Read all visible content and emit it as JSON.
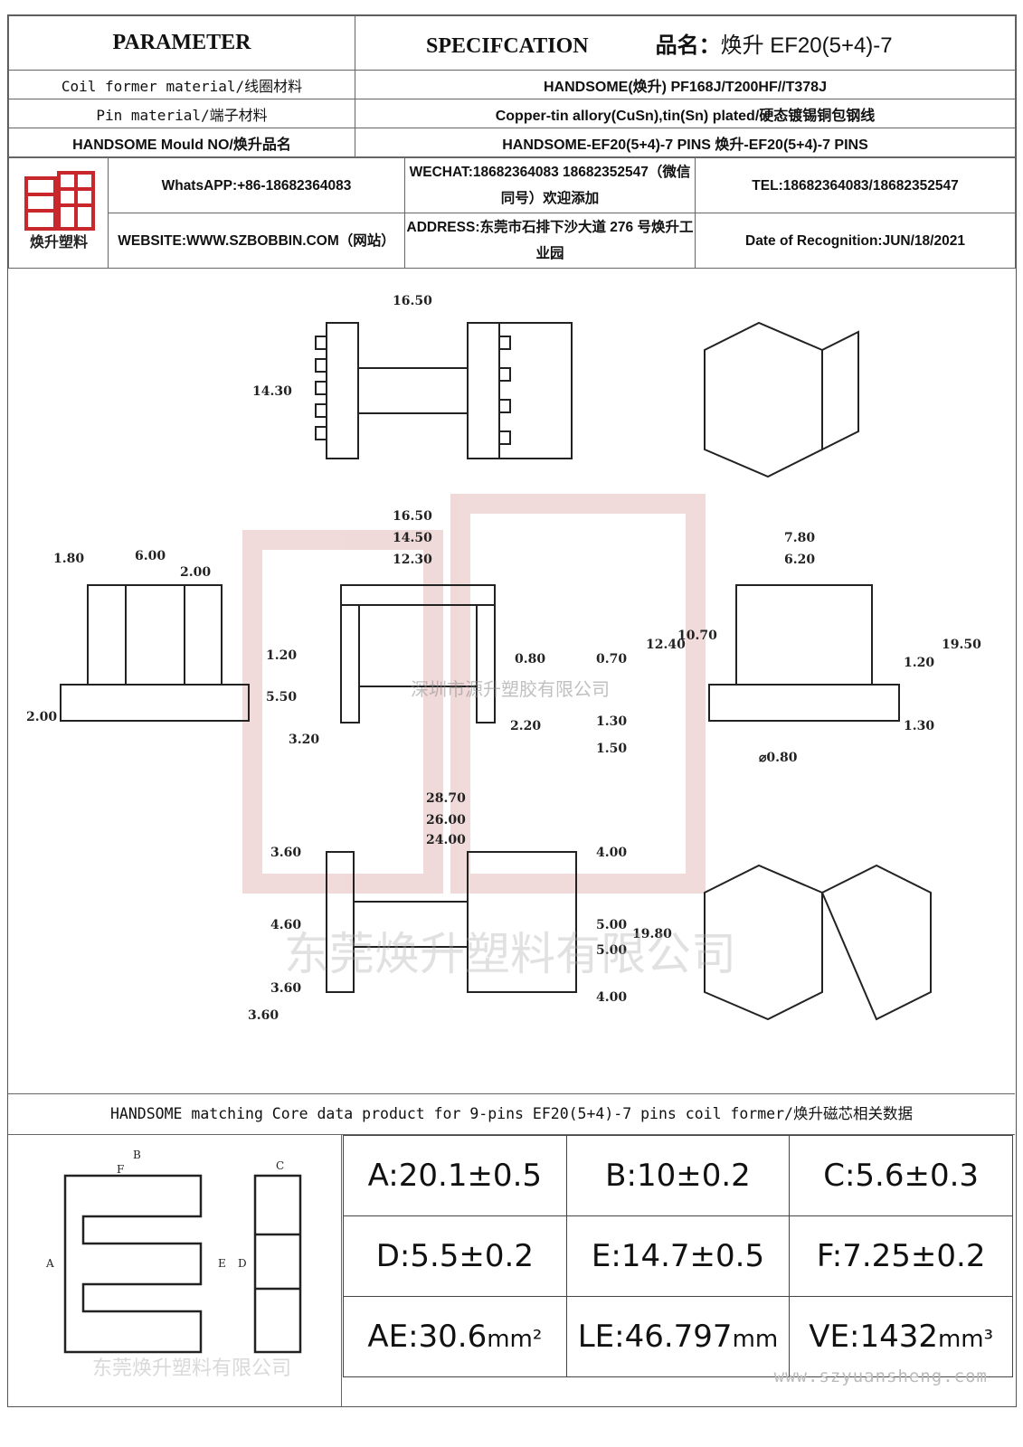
{
  "header": {
    "parameter": "PARAMETER",
    "specification": "SPECIFCATION",
    "product_name_label": "品名：",
    "product_name": "焕升 EF20(5+4)-7"
  },
  "rows": [
    {
      "label": "Coil former material/线圈材料",
      "value": "HANDSOME(焕升)  PF168J/T200HF//T378J"
    },
    {
      "label": "Pin material/端子材料",
      "value": "Copper-tin allory(CuSn),tin(Sn) plated/硬态镀锡铜包钢线"
    },
    {
      "label": "HANDSOME Mould NO/焕升品名",
      "value": "HANDSOME-EF20(5+4)-7 PINS   焕升-EF20(5+4)-7 PINS"
    }
  ],
  "logo": {
    "caption": "焕升塑料"
  },
  "contact": {
    "whatsapp": "WhatsAPP:+86-18682364083",
    "wechat": "WECHAT:18682364083 18682352547（微信同号）欢迎添加",
    "tel": "TEL:18682364083/18682352547",
    "website": "WEBSITE:WWW.SZBOBBIN.COM（网站）",
    "address": "ADDRESS:东莞市石排下沙大道 276 号焕升工业园",
    "date": "Date of Recognition:JUN/18/2021"
  },
  "drawing": {
    "watermark_mid": "深圳市源升塑胶有限公司",
    "watermark_big": "东莞焕升塑料有限公司",
    "dims": {
      "A": "16.50",
      "B": "14.30",
      "C": "16.50",
      "D": "14.50",
      "E": "12.30",
      "J": "7.80",
      "K": "6.20",
      "top_left": "6.00",
      "w2": "2.00",
      "h1": "1.80",
      "h2": "1.20",
      "F": "5.50",
      "G": "3.20",
      "d08": "0.80",
      "d07": "0.70",
      "d22": "2.20",
      "d13": "1.30",
      "d15": "1.50",
      "h200": "2.00",
      "L": "19.50",
      "H": "12.40",
      "I": "10.70",
      "r120": "1.20",
      "r130": "1.30",
      "M": "⌀0.80",
      "N": "28.70",
      "O": "26.00",
      "P": "24.00",
      "Q": "3.60",
      "R": "4.60",
      "S": "3.60",
      "T": "3.60",
      "U": "4.00",
      "V": "5.00",
      "V2": "5.00",
      "W": "19.80",
      "X": "4.00"
    }
  },
  "core_band": "HANDSOME matching Core data  product for 9-pins EF20(5+4)-7 pins coil former/焕升磁芯相关数据",
  "core_drawing": {
    "B": "B",
    "F": "F",
    "C": "C",
    "A": "A",
    "E": "E",
    "D": "D",
    "watermark": "东莞焕升塑料有限公司"
  },
  "params": [
    [
      "A:20.1±0.5",
      "B:10±0.2",
      "C:5.6±0.3"
    ],
    [
      "D:5.5±0.2",
      "E:14.7±0.5",
      "F:7.25±0.2"
    ]
  ],
  "params_units": [
    {
      "value": "AE:30.6",
      "unit": "mm²"
    },
    {
      "value": "LE:46.797",
      "unit": "mm"
    },
    {
      "value": "VE:1432",
      "unit": "mm³"
    }
  ],
  "footer_url": "www.szyuansheng.com",
  "colors": {
    "logo_red": "#c8282c",
    "line": "#222222",
    "watermark": "#d9a0a0"
  }
}
